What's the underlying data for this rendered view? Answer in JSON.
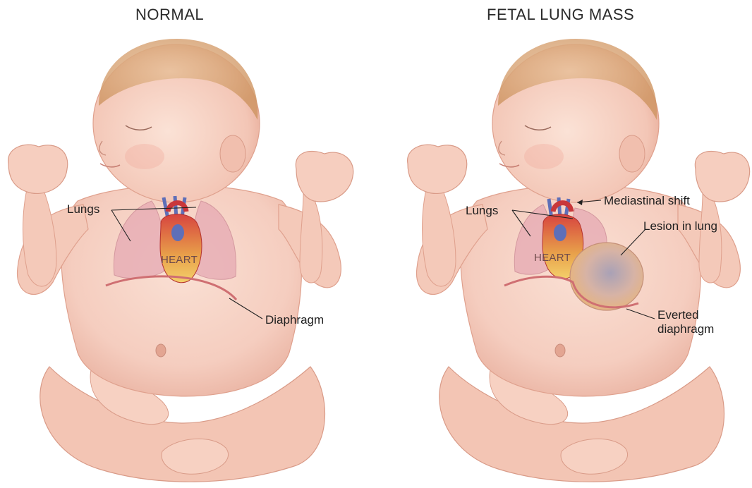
{
  "panels": {
    "left": {
      "title": "NORMAL",
      "labels": {
        "lungs": "Lungs",
        "heart": "HEART",
        "diaphragm": "Diaphragm"
      }
    },
    "right": {
      "title": "FETAL LUNG MASS",
      "labels": {
        "lungs": "Lungs",
        "mediastinal_shift": "Mediastinal shift",
        "lesion": "Lesion in lung",
        "heart": "HEART",
        "everted_diaphragm_line1": "Everted",
        "everted_diaphragm_line2": "diaphragm"
      }
    }
  },
  "colors": {
    "skin": "#f5cdbf",
    "skin_shadow": "#e9ab99",
    "hair": "#d9a576",
    "lung": "#e6a9b3",
    "heart_red": "#c9373a",
    "vessel_blue": "#5e6fb8",
    "diaphragm": "#cf6f72",
    "lesion": "#c4a79b"
  }
}
